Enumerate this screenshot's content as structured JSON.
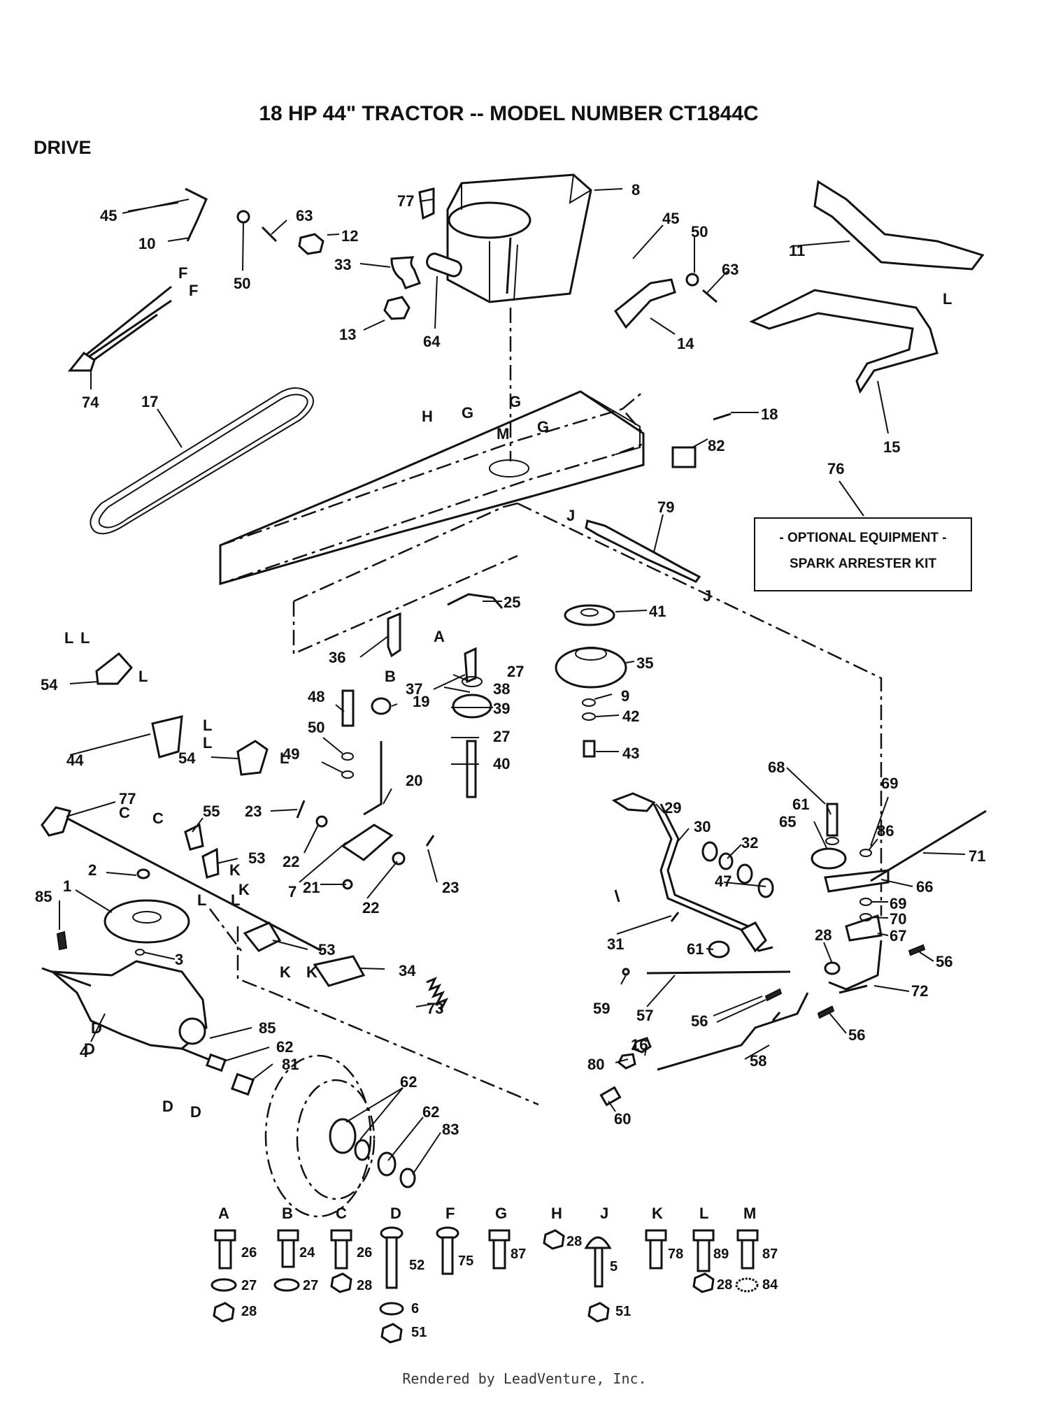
{
  "page": {
    "title": "18 HP 44\" TRACTOR -- MODEL NUMBER CT1844C",
    "section": "DRIVE",
    "footer": "Rendered by LeadVenture, Inc."
  },
  "optional_box": {
    "line1": "- OPTIONAL EQUIPMENT -",
    "line2": "SPARK ARRESTER KIT"
  },
  "callouts": [
    "8",
    "77",
    "45",
    "63",
    "12",
    "10",
    "50",
    "33",
    "13",
    "64",
    "11",
    "45",
    "50",
    "63",
    "14",
    "15",
    "74",
    "17",
    "18",
    "82",
    "76",
    "79",
    "41",
    "25",
    "35",
    "36",
    "37",
    "27",
    "38",
    "9",
    "39",
    "42",
    "43",
    "27",
    "40",
    "48",
    "50",
    "49",
    "19",
    "54",
    "44",
    "54",
    "20",
    "23",
    "22",
    "7",
    "21",
    "22",
    "23",
    "77",
    "55",
    "53",
    "2",
    "1",
    "85",
    "3",
    "53",
    "34",
    "4",
    "73",
    "85",
    "62",
    "81",
    "62",
    "62",
    "83",
    "29",
    "30",
    "32",
    "47",
    "31",
    "61",
    "59",
    "57",
    "56",
    "58",
    "16",
    "80",
    "60",
    "68",
    "61",
    "65",
    "69",
    "86",
    "71",
    "66",
    "69",
    "70",
    "67",
    "28",
    "56",
    "72",
    "56"
  ],
  "letters": [
    "F",
    "F",
    "H",
    "G",
    "G",
    "M",
    "G",
    "L",
    "J",
    "J",
    "L",
    "L",
    "L",
    "A",
    "B",
    "L",
    "L",
    "L",
    "C",
    "C",
    "K",
    "L",
    "L",
    "K",
    "K",
    "K",
    "D",
    "D",
    "D",
    "D"
  ],
  "legend": [
    {
      "letter": "A",
      "items": [
        "26",
        "27",
        "28"
      ]
    },
    {
      "letter": "B",
      "items": [
        "24",
        "27"
      ]
    },
    {
      "letter": "C",
      "items": [
        "26",
        "28"
      ]
    },
    {
      "letter": "D",
      "items": [
        "52",
        "6",
        "51"
      ]
    },
    {
      "letter": "F",
      "items": [
        "75"
      ]
    },
    {
      "letter": "G",
      "items": [
        "87"
      ]
    },
    {
      "letter": "H",
      "items": [
        "28"
      ]
    },
    {
      "letter": "J",
      "items": [
        "5",
        "51"
      ]
    },
    {
      "letter": "K",
      "items": [
        "78"
      ]
    },
    {
      "letter": "L",
      "items": [
        "89",
        "28"
      ]
    },
    {
      "letter": "M",
      "items": [
        "87",
        "84"
      ]
    }
  ]
}
